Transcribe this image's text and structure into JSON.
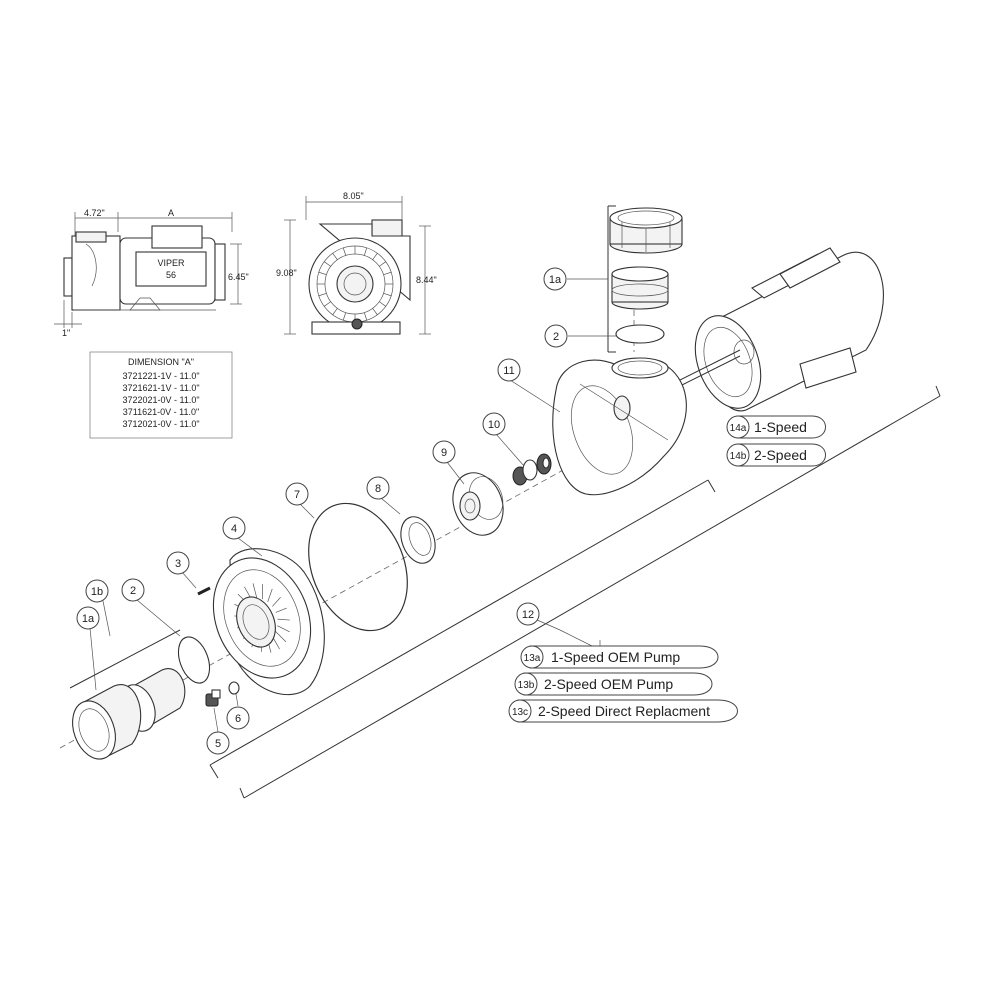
{
  "front_view": {
    "dim_width": "4.72\"",
    "dim_a": "A",
    "dim_height": "6.45\"",
    "dim_bottom": "1\"",
    "motor_label_line1": "VIPER",
    "motor_label_line2": "56"
  },
  "side_view": {
    "dim_width": "8.05\"",
    "dim_height_left": "9.08\"",
    "dim_height_right": "8.44\""
  },
  "dimension_table": {
    "title": "DIMENSION \"A\"",
    "rows": [
      "3721221-1V - 11.0\"",
      "3721621-1V - 11.0\"",
      "3722021-0V - 11.0\"",
      "3711621-0V - 11.0\"",
      "3712021-0V - 11.0\""
    ]
  },
  "callouts": {
    "c1a_top": "1a",
    "c2_top": "2",
    "c11": "11",
    "c10": "10",
    "c9": "9",
    "c8": "8",
    "c7": "7",
    "c4": "4",
    "c3": "3",
    "c1b": "1b",
    "c2_left": "2",
    "c1a_left": "1a",
    "c5": "5",
    "c6": "6",
    "c12": "12"
  },
  "motor_options": [
    {
      "code": "14a",
      "label": "1-Speed"
    },
    {
      "code": "14b",
      "label": "2-Speed"
    }
  ],
  "pump_options": [
    {
      "code": "13a",
      "label": "1-Speed OEM Pump"
    },
    {
      "code": "13b",
      "label": "2-Speed OEM Pump"
    },
    {
      "code": "13c",
      "label": "2-Speed Direct Replacment"
    }
  ]
}
